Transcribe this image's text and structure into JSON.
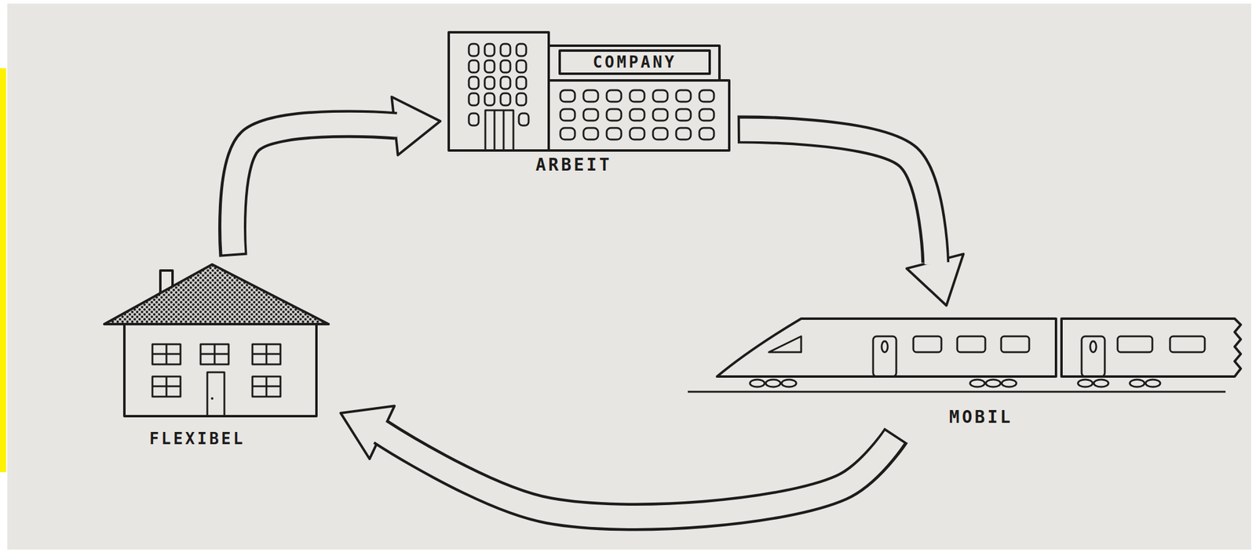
{
  "diagram": {
    "nodes": [
      {
        "text": [
          "COMPANY",
          "ARBEIT"
        ]
      },
      {
        "text": [
          "MOBIL"
        ]
      },
      {
        "text": [
          "FLEXIBEL"
        ]
      }
    ],
    "edges": [
      {
        "from": 0,
        "to": 1,
        "arrow": "to"
      },
      {
        "from": 1,
        "to": 2,
        "arrow": "to"
      },
      {
        "from": 2,
        "to": 0,
        "arrow": "to"
      }
    ]
  }
}
